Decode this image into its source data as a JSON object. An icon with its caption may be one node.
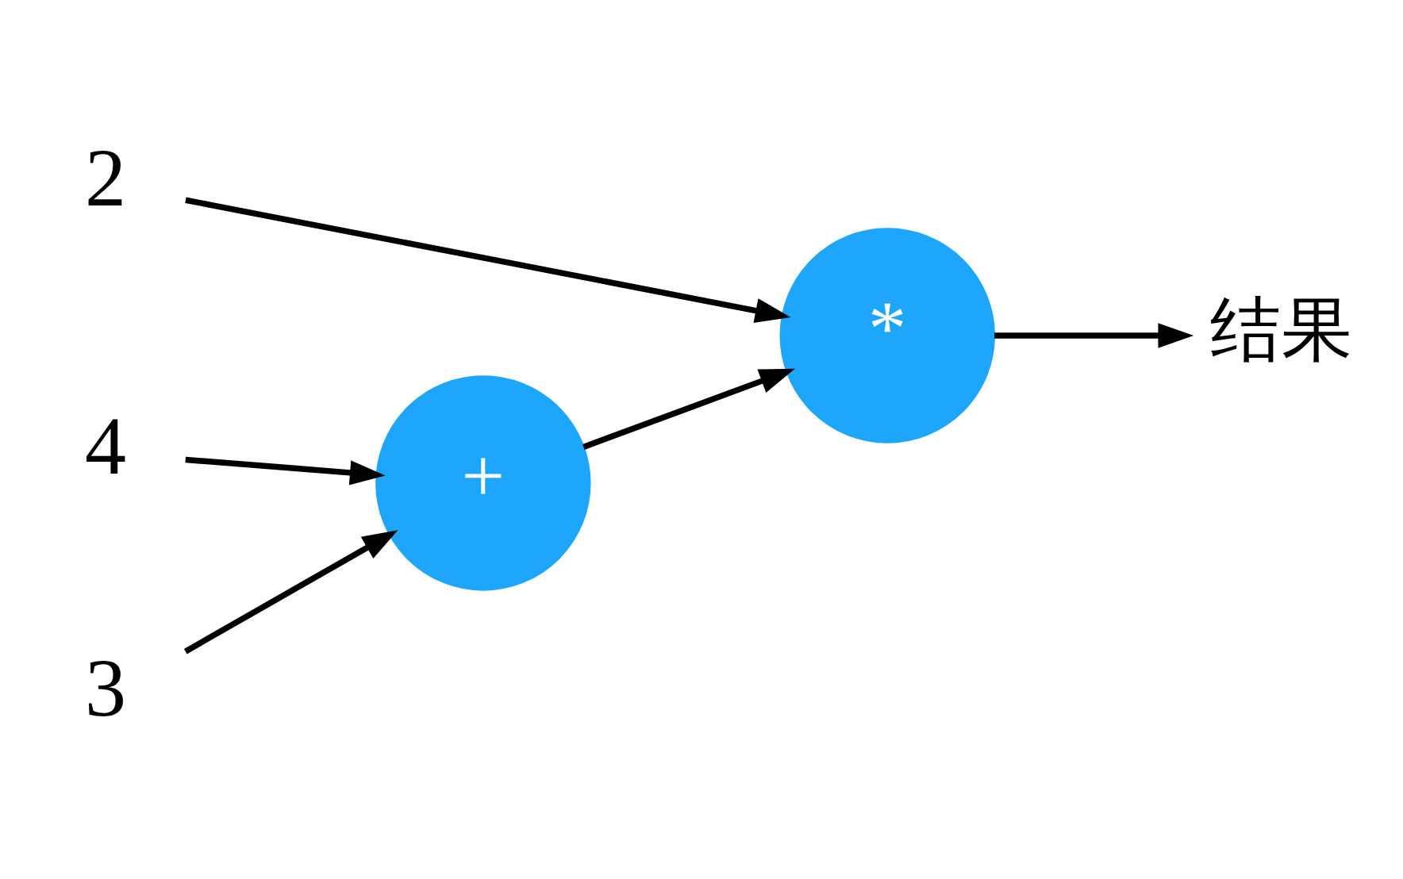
{
  "diagram": {
    "nodes": [
      {
        "text": [
          "2"
        ]
      },
      {
        "text": [
          "*"
        ]
      },
      {
        "text": [
          "结果"
        ]
      },
      {
        "text": [
          "4"
        ]
      },
      {
        "text": [
          "+"
        ]
      },
      {
        "text": [
          "3"
        ]
      }
    ],
    "edges": [
      {
        "from": 0,
        "to": 1,
        "arrow": "to"
      },
      {
        "from": 3,
        "to": 4,
        "arrow": "to"
      },
      {
        "from": 5,
        "to": 4,
        "arrow": "to"
      },
      {
        "from": 4,
        "to": 1,
        "arrow": "to"
      },
      {
        "from": 1,
        "to": 2,
        "arrow": "to"
      }
    ]
  }
}
